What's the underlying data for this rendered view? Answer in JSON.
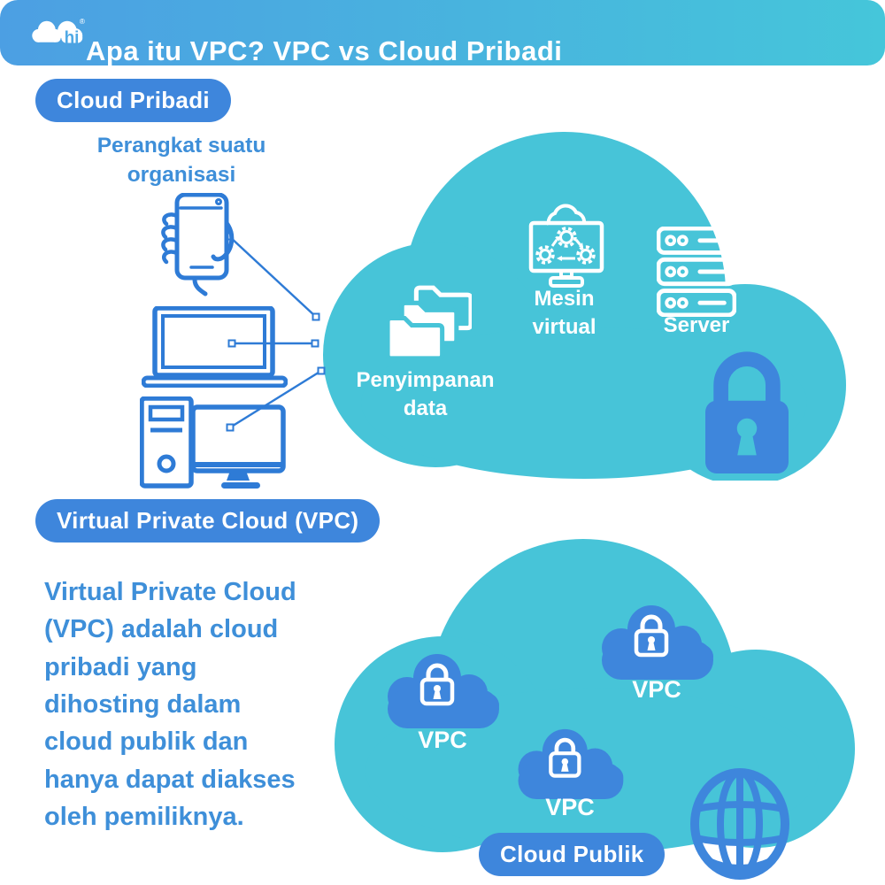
{
  "header": {
    "title": "Apa itu VPC? VPC vs Cloud Pribadi",
    "logo_text": "hi",
    "logo_reg": "®"
  },
  "private_cloud": {
    "badge": "Cloud Pribadi",
    "devices_label": "Perangkat suatu organisasi",
    "storage_label": "Penyimpanan data",
    "vm_label": "Mesin virtual",
    "server_label": "Server",
    "device_icons": [
      "smartphone-in-hand",
      "laptop",
      "desktop-computer"
    ],
    "cloud_icons": [
      "folders",
      "virtual-machine-gears",
      "server-rack",
      "padlock"
    ]
  },
  "vpc": {
    "badge": "Virtual Private Cloud (VPC)",
    "description": "Virtual Private Cloud (VPC) adalah cloud pribadi yang dihosting dalam cloud publik dan hanya dapat diakses oleh pemiliknya.",
    "vpc_labels": [
      "VPC",
      "VPC",
      "VPC"
    ],
    "public_cloud_badge": "Cloud Publik",
    "icons": [
      "locked-cloud",
      "locked-cloud",
      "locked-cloud",
      "globe"
    ]
  },
  "colors": {
    "header_gradient_start": "#4C9FE3",
    "header_gradient_end": "#45C6DA",
    "teal_cloud": "#47C4D8",
    "accent_blue": "#3E86DC",
    "text_blue": "#3E8FD9",
    "device_stroke": "#2E7BD6",
    "white": "#FFFFFF"
  }
}
